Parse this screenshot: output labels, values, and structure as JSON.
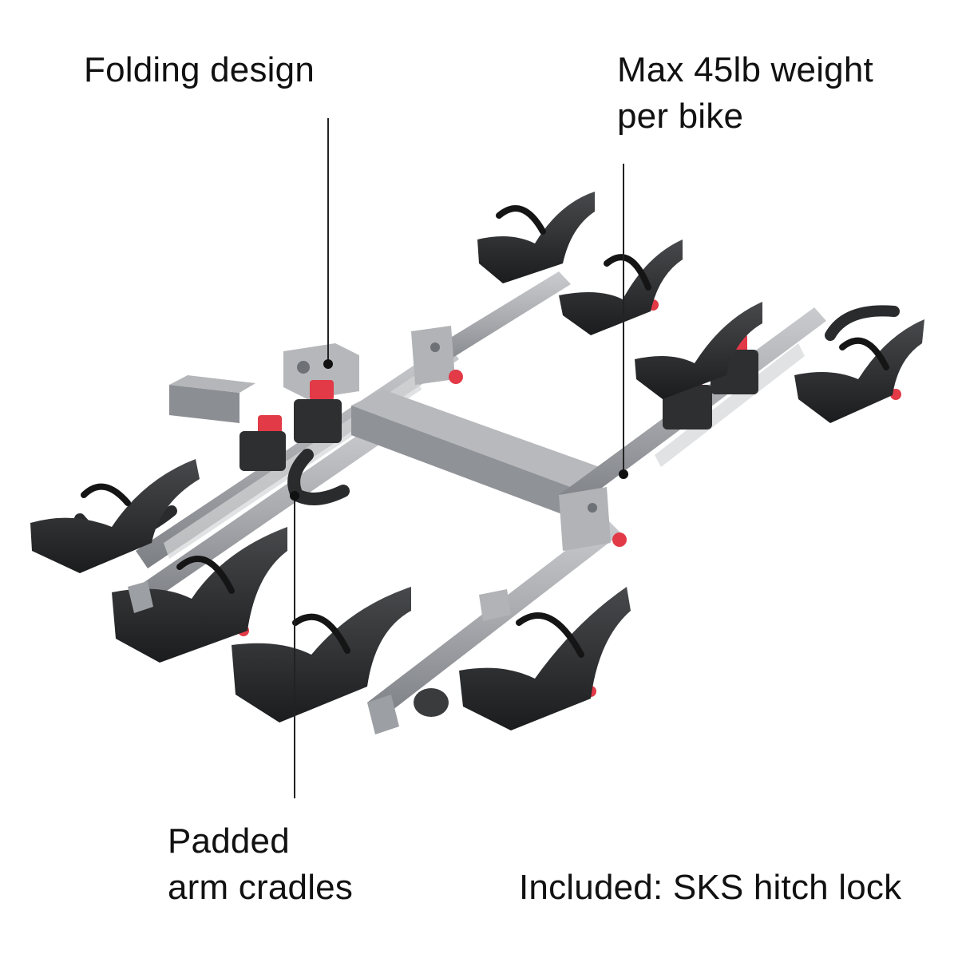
{
  "callouts": {
    "folding": "Folding design",
    "max_line1": "Max 45lb weight",
    "max_line2": "per bike",
    "padded_line1": "Padded",
    "padded_line2": "arm cradles",
    "included_label": "Included:",
    "included_value": " SKS hitch lock"
  },
  "colors": {
    "frame": "#a7a9ad",
    "frame_dark": "#7c7f84",
    "cradle": "#2e2f31",
    "cradle_dark": "#1b1c1d",
    "accent_red": "#e23a47"
  }
}
